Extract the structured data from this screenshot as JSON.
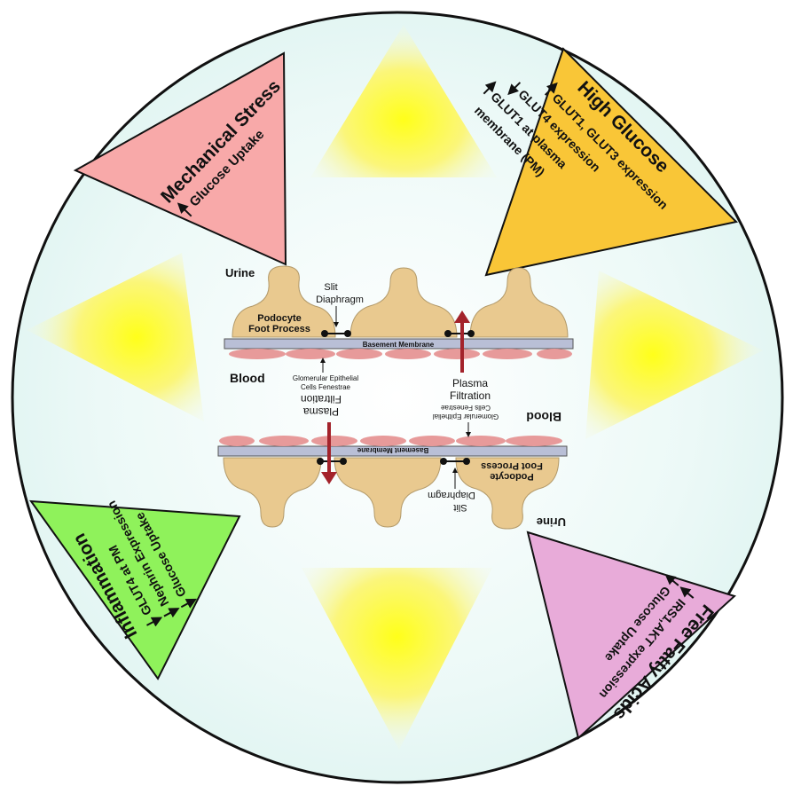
{
  "mechanical_stress": {
    "title": "Mechanical Stress",
    "effects": [
      "Glucose Uptake"
    ],
    "arrows": [
      "up"
    ],
    "color": "#f8a9a9"
  },
  "high_glucose": {
    "title": "High Glucose",
    "effects": [
      "GLUT1, GLUT3 expression",
      "GLUT4 expression",
      "GLUT1 at plasma",
      "membrane (PM)"
    ],
    "arrows": [
      "up",
      "down",
      "up",
      ""
    ],
    "color": "#f9c637"
  },
  "inflammation": {
    "title": "Inflammation",
    "effects": [
      "GLUT4 at PM",
      "Nephrin Expression",
      "Glucose Uptake"
    ],
    "arrows": [
      "down",
      "down",
      "down"
    ],
    "color": "#8ff25b"
  },
  "free_fatty_acids": {
    "title": "Free Fatty Acids",
    "effects": [
      "IRS1,AKT expression",
      "Glucose Uptake"
    ],
    "arrows": [
      "down",
      "down"
    ],
    "color": "#e8abd9"
  },
  "filtration_top": {
    "urine": "Urine",
    "blood": "Blood",
    "slit": [
      "Slit",
      "Diaphragm"
    ],
    "podocyte": [
      "Podocyte",
      "Foot Process"
    ],
    "membrane": "Basement Membrane",
    "fenestrae": [
      "Glomerular Epithelial",
      "Cells Fenestrae"
    ],
    "plasma": [
      "Plasma",
      "Filtration"
    ]
  },
  "filtration_bottom": {
    "urine": "Urine",
    "blood": "Blood",
    "slit": [
      "Slit",
      "Diaphragm"
    ],
    "podocyte": [
      "Podocyte",
      "Foot Process"
    ],
    "membrane": "Basement Membrane",
    "fenestrae": [
      "Glomerular Epithelial",
      "Cells Fenestrae"
    ],
    "plasma": [
      "Plasma",
      "Filtration"
    ]
  },
  "colors": {
    "circle_fill": "#e9f8f6",
    "membrane": "#b9bfd6",
    "podocyte": "#e9c98f",
    "endothelial": "#e79a9a",
    "arrow": "#a3232b"
  }
}
